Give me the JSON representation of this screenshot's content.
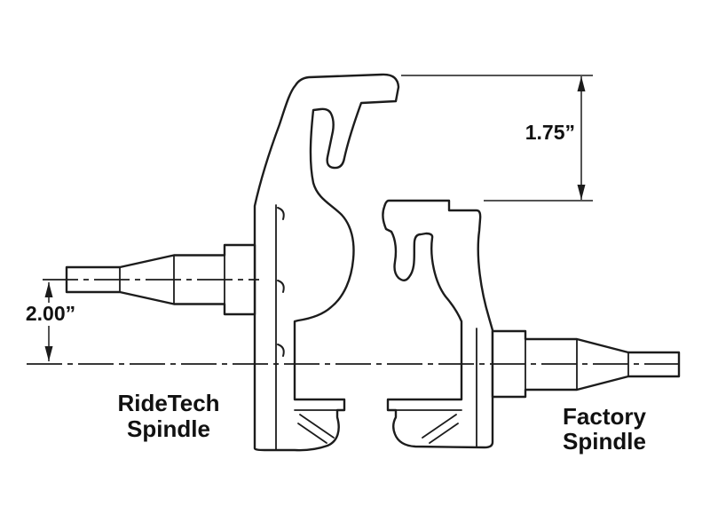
{
  "diagram": {
    "labels": {
      "left": {
        "line1": "RideTech",
        "line2": "Spindle"
      },
      "right": {
        "line1": "Factory",
        "line2": "Spindle"
      }
    },
    "dimensions": {
      "arm_height_difference": "1.75”",
      "spindle_drop": "2.00”"
    },
    "colors": {
      "line": "#1c1c1c",
      "background": "#ffffff",
      "text": "#111111"
    }
  }
}
